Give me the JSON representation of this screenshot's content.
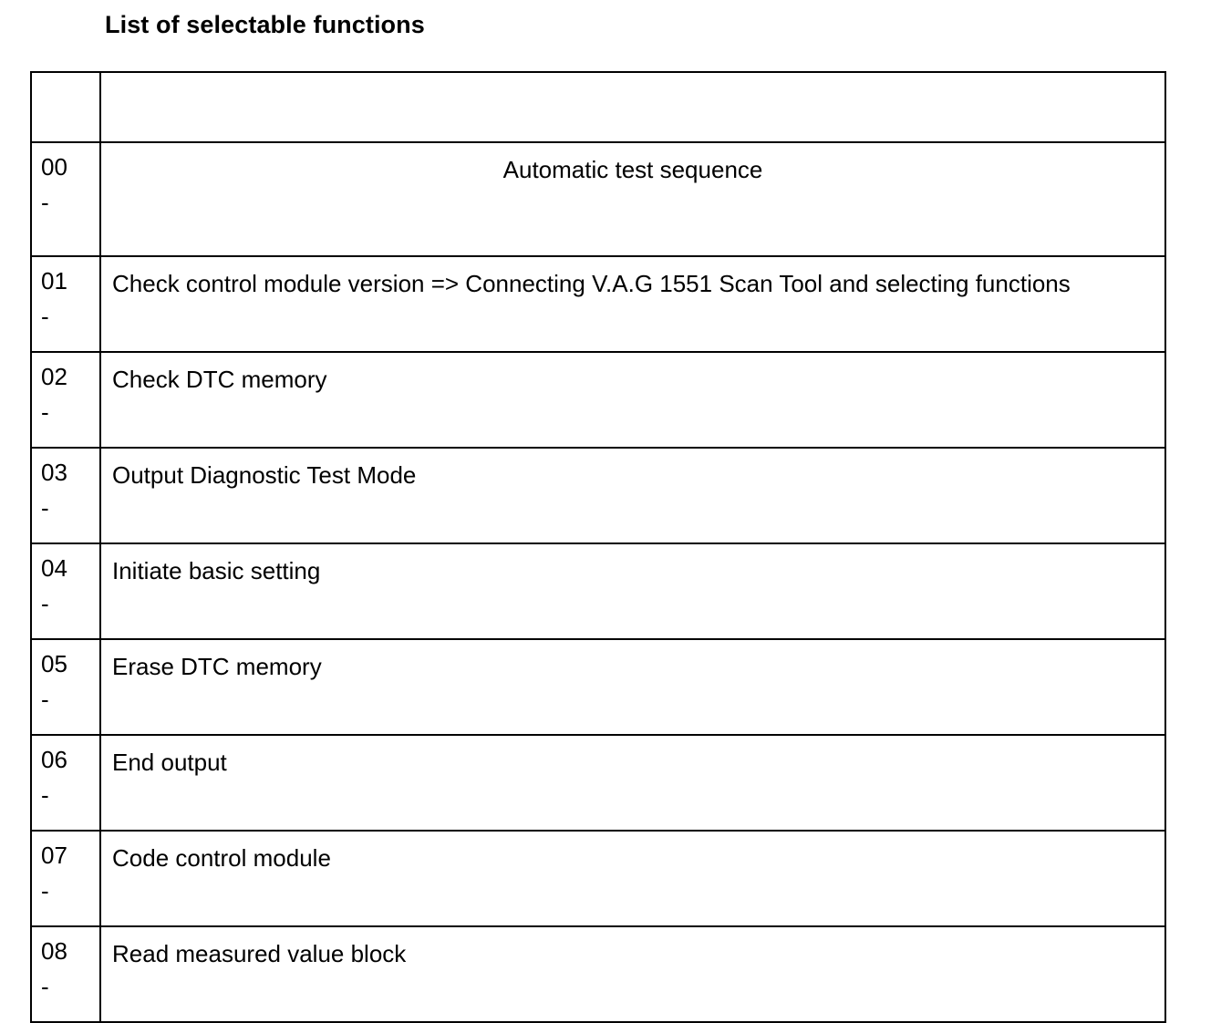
{
  "page": {
    "title": "List of selectable functions",
    "background_color": "#ffffff",
    "text_color": "#000000",
    "border_color": "#000000"
  },
  "table": {
    "header_row": {
      "code": "",
      "description": ""
    },
    "rows": [
      {
        "code": "00",
        "dash": "-",
        "description": "Automatic test sequence",
        "align": "center"
      },
      {
        "code": "01",
        "dash": "-",
        "description": "Check control module version => Connecting V.A.G 1551 Scan Tool and selecting functions",
        "align": "left"
      },
      {
        "code": "02",
        "dash": "-",
        "description": "Check DTC memory",
        "align": "left"
      },
      {
        "code": "03",
        "dash": "-",
        "description": "Output Diagnostic Test Mode",
        "align": "left"
      },
      {
        "code": "04",
        "dash": "-",
        "description": "Initiate basic setting",
        "align": "left"
      },
      {
        "code": "05",
        "dash": "-",
        "description": "Erase DTC memory",
        "align": "left"
      },
      {
        "code": "06",
        "dash": "-",
        "description": "End output",
        "align": "left"
      },
      {
        "code": "07",
        "dash": "-",
        "description": "Code control module",
        "align": "left"
      },
      {
        "code": "08",
        "dash": "-",
        "description": "Read measured value block",
        "align": "left"
      }
    ]
  }
}
